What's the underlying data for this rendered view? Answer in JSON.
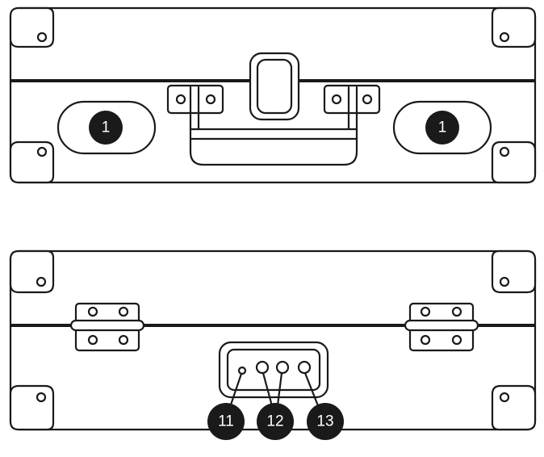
{
  "views": {
    "front": {
      "callouts": [
        {
          "id": "speaker-left",
          "label": "1"
        },
        {
          "id": "speaker-right",
          "label": "1"
        }
      ]
    },
    "back": {
      "callouts": [
        {
          "id": "port-a",
          "label": "11"
        },
        {
          "id": "port-b",
          "label": "12"
        },
        {
          "id": "port-c",
          "label": "13"
        }
      ]
    }
  },
  "colors": {
    "line": "#1a1a1a",
    "background": "#ffffff",
    "callout_fill": "#1a1a1a",
    "callout_text": "#ffffff"
  }
}
